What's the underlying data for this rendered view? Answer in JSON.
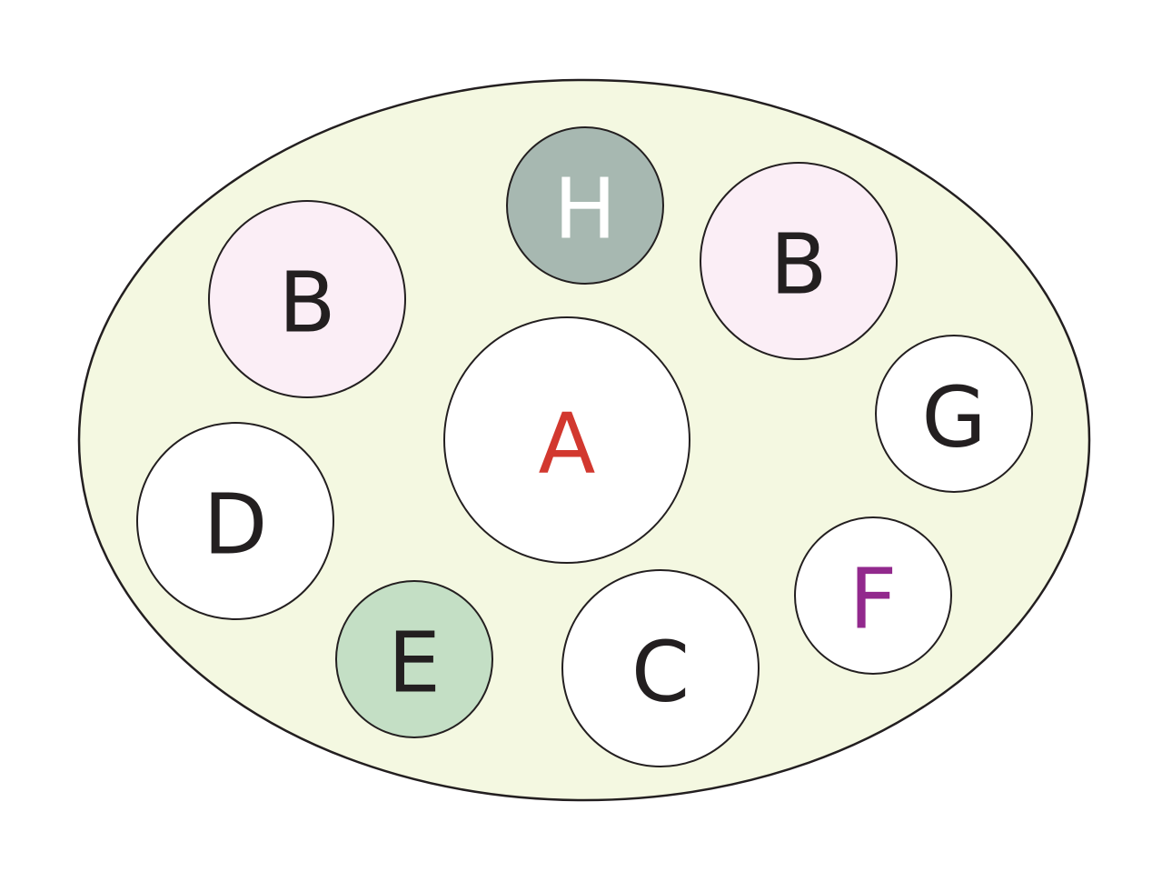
{
  "colors": {
    "background": "#ffffff",
    "container_fill": "#f4f8e1",
    "outline": "#231f20"
  },
  "circles": [
    {
      "label": "H",
      "fill": "#a7b8b1",
      "text_color": "#ffffff"
    },
    {
      "label": "B",
      "fill": "#fbeef6",
      "text_color": "#231f20"
    },
    {
      "label": "B",
      "fill": "#fbeef6",
      "text_color": "#231f20"
    },
    {
      "label": "A",
      "fill": "#ffffff",
      "text_color": "#d2382f"
    },
    {
      "label": "G",
      "fill": "#ffffff",
      "text_color": "#231f20"
    },
    {
      "label": "D",
      "fill": "#ffffff",
      "text_color": "#231f20"
    },
    {
      "label": "F",
      "fill": "#ffffff",
      "text_color": "#92298d"
    },
    {
      "label": "E",
      "fill": "#c4dfc5",
      "text_color": "#231f20"
    },
    {
      "label": "C",
      "fill": "#ffffff",
      "text_color": "#231f20"
    }
  ]
}
